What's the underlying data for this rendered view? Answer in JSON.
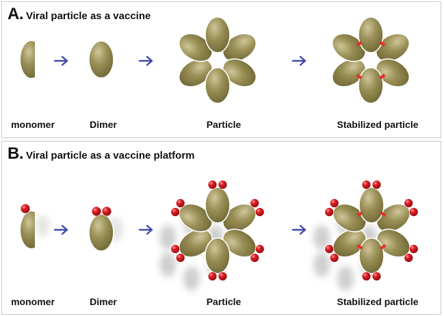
{
  "panel_a": {
    "letter": "A.",
    "title": "Viral particle as a vaccine",
    "labels": [
      "monomer",
      "Dimer",
      "Particle",
      "Stabilized particle"
    ]
  },
  "panel_b": {
    "letter": "B.",
    "title": "Viral particle as a vaccine platform",
    "labels": [
      "monomer",
      "Dimer",
      "Particle",
      "Stabilized particle"
    ]
  },
  "colors": {
    "protein": "#8a8148",
    "protein_highlight": "#c9c094",
    "antigen": "#c8141e",
    "arrow": "#3f4ba8",
    "stabilizer": "#e0342a",
    "border": "#c9c9c9"
  },
  "icons": [
    "monomer-icon",
    "dimer-icon",
    "particle-icon",
    "stabilized-particle-icon",
    "arrow-right-icon",
    "antigen-sphere-icon"
  ]
}
